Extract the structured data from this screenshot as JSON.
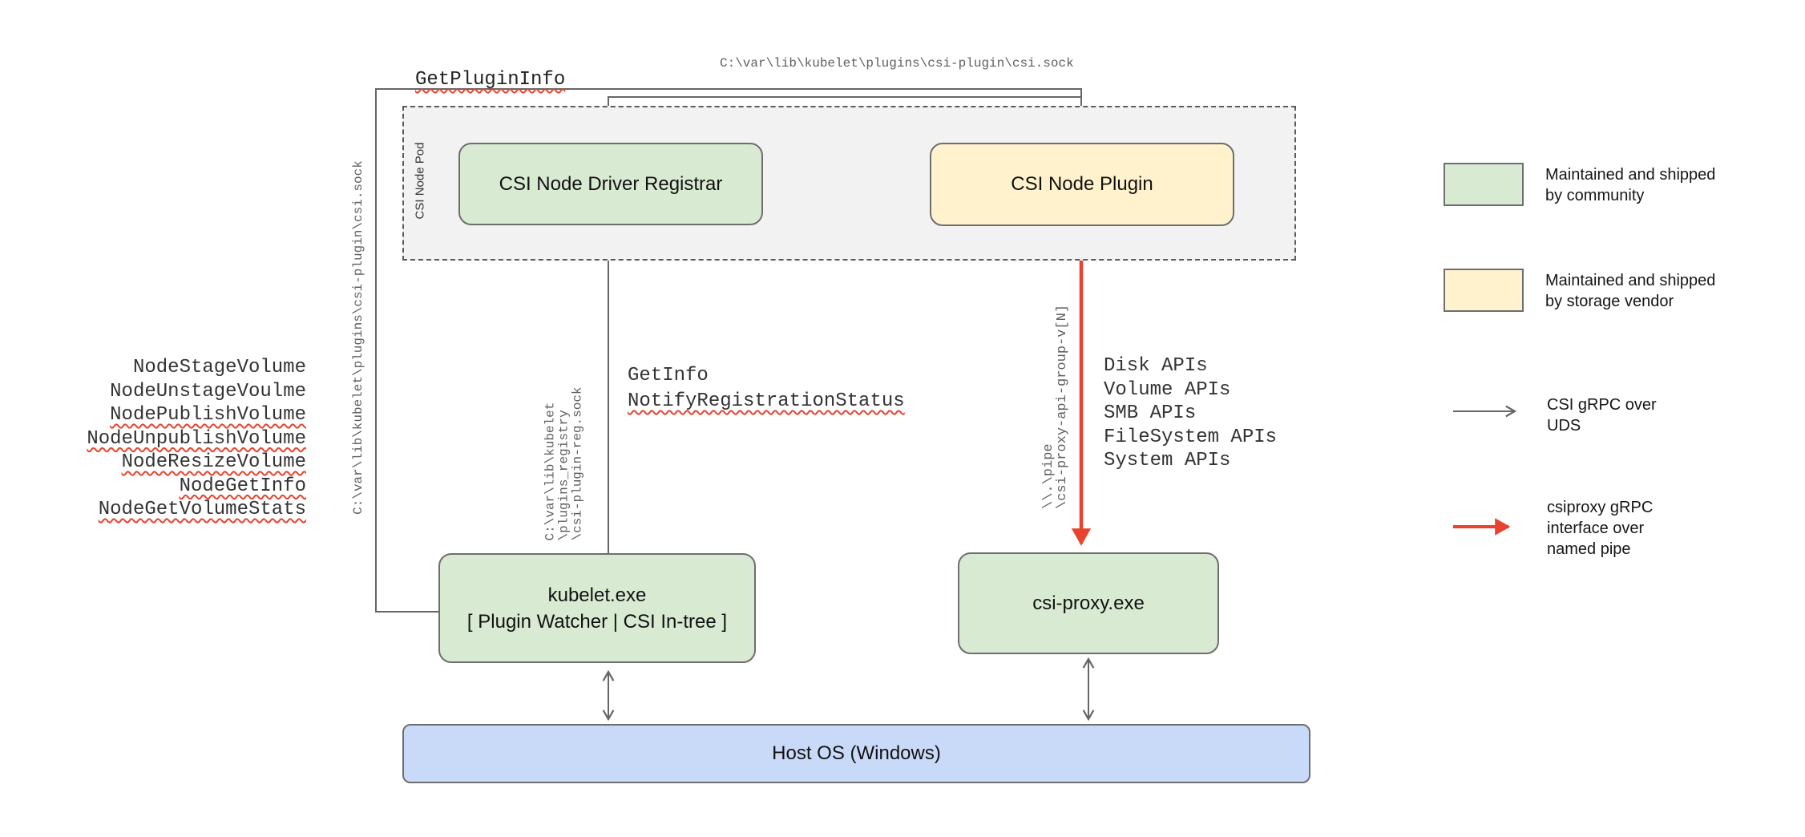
{
  "colors": {
    "community_green": "#d9ead3",
    "vendor_yellow": "#fff2cc",
    "host_blue": "#c9daf8",
    "pod_gray": "#f2f2f2",
    "connector_gray": "#666666",
    "csiproxy_red": "#e8432e"
  },
  "pod": {
    "label": "CSI Node Pod"
  },
  "boxes": {
    "registrar": {
      "label": "CSI Node Driver Registrar"
    },
    "plugin": {
      "label": "CSI Node Plugin"
    },
    "kubelet": {
      "line1": "kubelet.exe",
      "line2": "[ Plugin Watcher | CSI In-tree ]"
    },
    "csi_proxy": {
      "label": "csi-proxy.exe"
    },
    "host_os": {
      "label": "Host OS (Windows)"
    }
  },
  "paths": {
    "get_plugin_info": "GetPluginInfo",
    "csi_sock_top": "C:\\var\\lib\\kubelet\\plugins\\csi-plugin\\csi.sock",
    "csi_sock_left": "C:\\var\\lib\\kubelet\\plugins\\csi-plugin\\csi.sock",
    "reg_sock_lines": [
      "C:\\var\\lib\\kubelet",
      "\\plugins_registry",
      "\\csi-plugin-reg.sock"
    ],
    "pipe_lines": [
      "\\\\.\\pipe",
      "\\csi-proxy-api-group-v[N]"
    ],
    "get_info": "GetInfo",
    "notify": "NotifyRegistrationStatus"
  },
  "node_rpcs": [
    "NodeStageVolume",
    "NodeUnstageVoulme",
    "NodePublishVolume",
    "NodeUnpublishVolume",
    "NodeResizeVolume",
    "NodeGetInfo",
    "NodeGetVolumeStats"
  ],
  "api_list": [
    "Disk APIs",
    "Volume APIs",
    "SMB APIs",
    "FileSystem APIs",
    "System APIs"
  ],
  "legend": {
    "community": {
      "lines": [
        "Maintained and shipped",
        "by community"
      ]
    },
    "vendor": {
      "lines": [
        "Maintained and shipped",
        "by storage vendor"
      ]
    },
    "uds": {
      "lines": [
        "CSI gRPC over",
        "UDS"
      ]
    },
    "named_pipe": {
      "lines": [
        "csiproxy gRPC",
        "interface over",
        "named pipe"
      ]
    }
  }
}
